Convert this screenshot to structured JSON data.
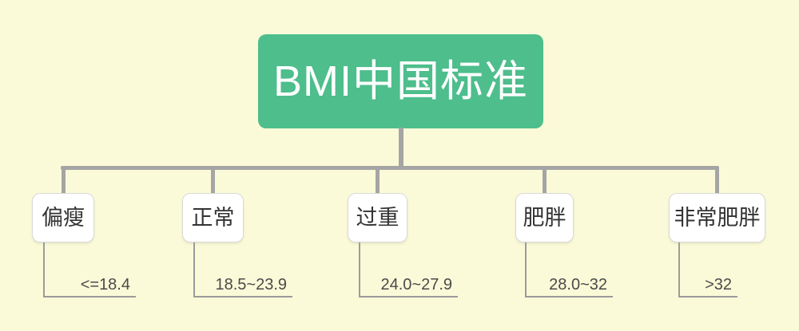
{
  "title": "BMI中国标准",
  "colors": {
    "background": "#FBFAD8",
    "root_fill": "#4DBE8C",
    "root_text": "#FFFFFF",
    "connector_thick": "#A5A5A5",
    "leader_line": "#9B9B9B",
    "leaf_fill": "#FFFFFF",
    "leaf_border": "#D9D9D9",
    "leaf_text": "#333333",
    "value_text": "#4A4A4A"
  },
  "nodes": [
    {
      "label": "偏瘦",
      "value": "<=18.4"
    },
    {
      "label": "正常",
      "value": "18.5~23.9"
    },
    {
      "label": "过重",
      "value": "24.0~27.9"
    },
    {
      "label": "肥胖",
      "value": "28.0~32"
    },
    {
      "label": "非常肥胖",
      "value": ">32"
    }
  ]
}
